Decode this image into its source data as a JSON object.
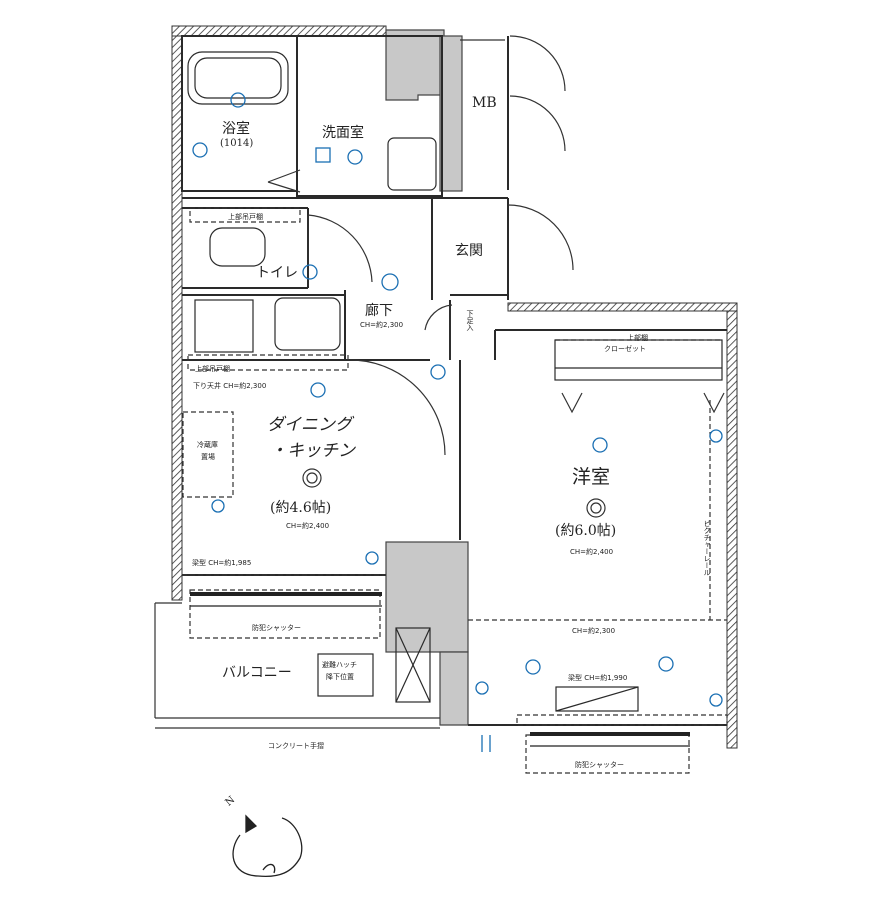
{
  "rooms": {
    "bath": {
      "name": "浴室",
      "size": "(1014)"
    },
    "washroom": {
      "name": "洗面室"
    },
    "meter_box": {
      "name": "MB"
    },
    "toilet": {
      "name": "トイレ",
      "cabinet": "上部吊戸棚"
    },
    "hallway": {
      "name": "廊下",
      "ceiling": "CH=約2,300"
    },
    "entrance": {
      "name": "玄関"
    },
    "shoe_box": {
      "name": "下足入"
    },
    "dk": {
      "name_line1": "ダイニング",
      "name_line2": "・キッチン",
      "area": "(約4.6帖)",
      "ceiling": "CH=約2,400",
      "cabinet_line1": "上部吊戸棚",
      "cabinet_line2": "下り天井 CH=約2,300",
      "fridge_line1": "冷蔵庫",
      "fridge_line2": "置場",
      "beam": "梁型 CH=約1,985"
    },
    "western": {
      "name": "洋室",
      "area": "(約6.0帖)",
      "ceiling": "CH=約2,400",
      "closet_line1": "上部棚",
      "closet_line2": "クローゼット",
      "picture_rail": "ピクチャーレール",
      "ceiling_lower": "CH=約2,300",
      "beam": "梁型 CH=約1,990"
    },
    "balcony": {
      "name": "バルコニー",
      "hatch_line1": "避難ハッチ",
      "hatch_line2": "降下位置",
      "concrete": "コンクリート手摺"
    }
  },
  "shutters": {
    "dk": "防犯シャッター",
    "western": "防犯シャッター"
  },
  "compass": {
    "north": "N"
  },
  "colors": {
    "wall": "#3a3a3a",
    "line": "#2a2a2a",
    "fixture": "#1a6fb3",
    "shade": "#c8c8c8"
  }
}
